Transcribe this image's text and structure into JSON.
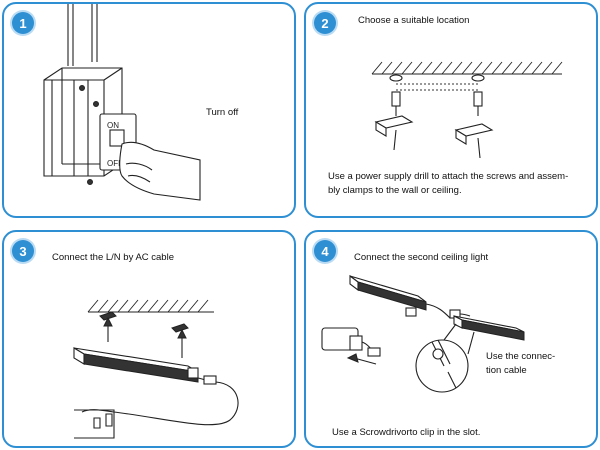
{
  "steps": [
    {
      "number": "1",
      "title": "",
      "caption": "Turn off",
      "switch_labels": {
        "on": "ON",
        "off": "OFF"
      }
    },
    {
      "number": "2",
      "title": "Choose a suitable location",
      "caption": "Use a power supply drill to attach the screws and assem-bly clamps to the wall or ceiling."
    },
    {
      "number": "3",
      "title": "Connect the L/N by AC cable",
      "caption": ""
    },
    {
      "number": "4",
      "title": "Connect the second ceiling light",
      "caption": "Use a Scrowdrivorto clip in the slot.",
      "callout": "Use the connec-tion cable"
    }
  ],
  "colors": {
    "accent": "#2e8fd3",
    "badge_ring": "#b9dbf3"
  }
}
